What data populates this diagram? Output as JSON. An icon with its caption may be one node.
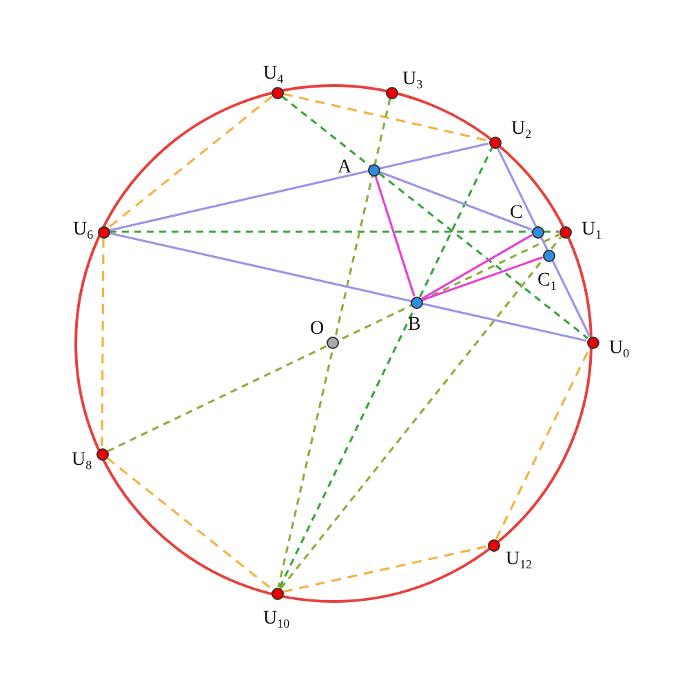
{
  "diagram": {
    "nodes": [
      {
        "text": [],
        "shape": "circle",
        "beside": [
          "U$_{4}$"
        ]
      },
      {
        "text": [],
        "shape": "circle",
        "beside": [
          "U$_{3}$"
        ]
      },
      {
        "text": [],
        "shape": "circle",
        "beside": [
          "U$_{2}$"
        ]
      },
      {
        "text": [],
        "shape": "circle",
        "beside": [
          "A"
        ]
      },
      {
        "text": [],
        "shape": "circle",
        "beside": [
          "U$_{6}$"
        ]
      },
      {
        "text": [],
        "shape": "circle",
        "beside": [
          "C"
        ]
      },
      {
        "text": [],
        "shape": "circle",
        "beside": [
          "U$_{1}$"
        ]
      },
      {
        "text": [],
        "shape": "circle",
        "beside": [
          "C$_{1}$"
        ]
      },
      {
        "text": [],
        "shape": "circle",
        "beside": [
          "B"
        ]
      },
      {
        "text": [],
        "shape": "circle",
        "beside": [
          "O"
        ]
      },
      {
        "text": [],
        "shape": "circle",
        "beside": [
          "U$_{0}$"
        ]
      },
      {
        "text": [],
        "shape": "circle",
        "beside": [
          "U$_{8}$"
        ]
      },
      {
        "text": [],
        "shape": "circle",
        "beside": [
          "U$_{12}$"
        ]
      },
      {
        "text": [],
        "shape": "circle",
        "beside": [
          "U$_{10}$"
        ]
      }
    ],
    "edges": [
      {
        "from": 0,
        "to": 2,
        "arrow": "none",
        "style": "dashed",
        "color": "#f5b342"
      },
      {
        "from": 0,
        "to": 4,
        "arrow": "none",
        "style": "dashed",
        "color": "#f5b342"
      },
      {
        "from": 4,
        "to": 11,
        "arrow": "none",
        "style": "dashed",
        "color": "#f5b342"
      },
      {
        "from": 11,
        "to": 13,
        "arrow": "none",
        "style": "dashed",
        "color": "#f5b342"
      },
      {
        "from": 13,
        "to": 12,
        "arrow": "none",
        "style": "dashed",
        "color": "#f5b342"
      },
      {
        "from": 12,
        "to": 10,
        "arrow": "none",
        "style": "dashed",
        "color": "#f5b342"
      },
      {
        "from": 0,
        "to": 10,
        "arrow": "none",
        "style": "dashed",
        "color": "#3aa63a"
      },
      {
        "from": 4,
        "to": 6,
        "arrow": "none",
        "style": "dashed",
        "color": "#3aa63a"
      },
      {
        "from": 13,
        "to": 2,
        "arrow": "none",
        "style": "dashed",
        "color": "#3aa63a"
      },
      {
        "from": 1,
        "to": 13,
        "arrow": "none",
        "style": "dashed",
        "color": "#8fae3c"
      },
      {
        "from": 11,
        "to": 6,
        "arrow": "none",
        "style": "dashed",
        "color": "#8fae3c"
      },
      {
        "from": 13,
        "to": 6,
        "arrow": "none",
        "style": "dashed",
        "color": "#8fae3c"
      },
      {
        "from": 4,
        "to": 2,
        "arrow": "none",
        "color": "#9b95ea"
      },
      {
        "from": 4,
        "to": 10,
        "arrow": "none",
        "color": "#9b95ea"
      },
      {
        "from": 3,
        "to": 5,
        "arrow": "none",
        "color": "#9b95ea"
      },
      {
        "from": 2,
        "to": 10,
        "arrow": "none",
        "color": "#9b95ea"
      },
      {
        "from": 3,
        "to": 8,
        "arrow": "none",
        "color": "#e83fd6"
      },
      {
        "from": 8,
        "to": 5,
        "arrow": "none",
        "color": "#e83fd6"
      },
      {
        "from": 8,
        "to": 7,
        "arrow": "none",
        "color": "#e83fd6"
      }
    ]
  }
}
